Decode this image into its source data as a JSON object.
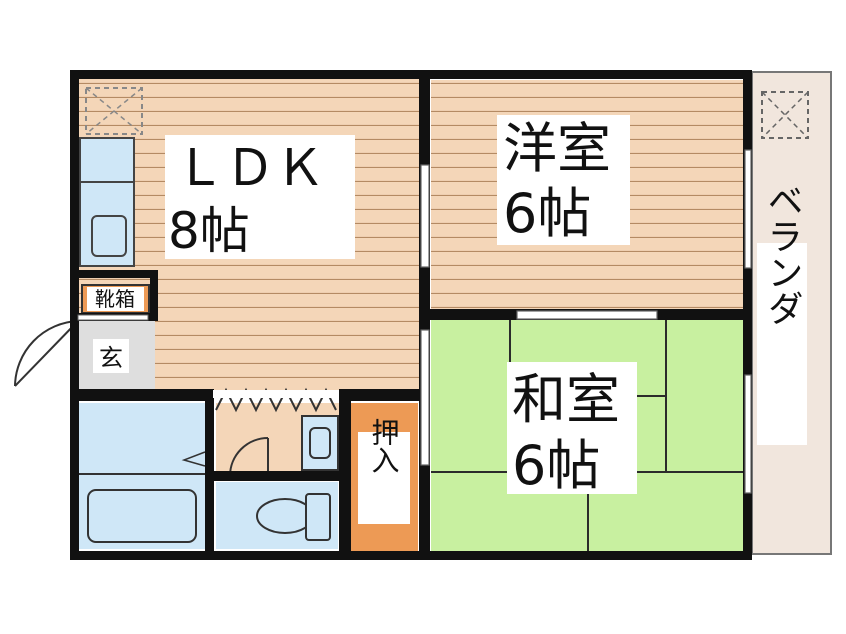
{
  "rooms": {
    "ldk": {
      "name": "ＬＤＫ",
      "size": "8帖"
    },
    "western": {
      "name": "洋室",
      "size": "6帖"
    },
    "japanese": {
      "name": "和室",
      "size": "6帖"
    },
    "shoe_box": {
      "name": "靴箱"
    },
    "entrance": {
      "name": "玄"
    },
    "closet": {
      "name": "押入"
    },
    "balcony": {
      "name": "ベランダ"
    }
  },
  "colors": {
    "wall": "#111111",
    "wood_floor": "#f4d6b8",
    "wood_line": "#b48a63",
    "tatami": "#c8f0a0",
    "tatami_line": "#2b2b2b",
    "wet_area": "#cfe7f7",
    "balcony": "#f1e6dd",
    "closet": "#ed9a55",
    "entrance": "#dedede"
  }
}
